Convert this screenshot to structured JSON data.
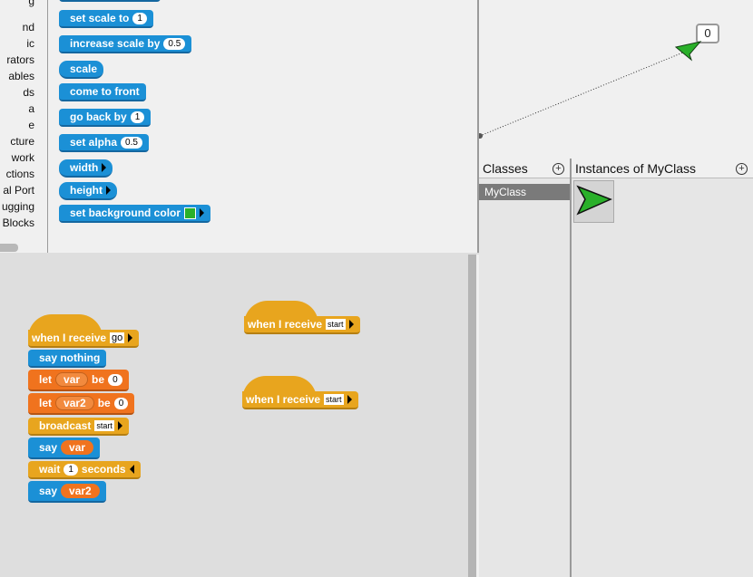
{
  "categories": [
    "nd",
    "ic",
    "rators",
    "ables",
    "ds",
    "a",
    "e",
    "cture",
    "work",
    "ctions",
    "al Port",
    "ugging",
    "Blocks"
  ],
  "palette": {
    "set_scale_to": {
      "label": "set scale to",
      "value": "1"
    },
    "increase_scale_by": {
      "label": "increase scale by",
      "value": "0.5"
    },
    "scale": {
      "label": "scale"
    },
    "come_to_front": {
      "label": "come to front"
    },
    "go_back_by": {
      "label": "go back by",
      "value": "1"
    },
    "set_alpha": {
      "label": "set alpha",
      "value": "0.5"
    },
    "width": {
      "label": "width"
    },
    "height": {
      "label": "height"
    },
    "set_background_color": {
      "label": "set background color",
      "color": "#2ab02a"
    }
  },
  "script1": {
    "hat": {
      "label": "when I receive",
      "message": "go"
    },
    "say_nothing": "say nothing",
    "let1": {
      "let": "let",
      "var": "var",
      "be": "be",
      "value": "0"
    },
    "let2": {
      "let": "let",
      "var": "var2",
      "be": "be",
      "value": "0"
    },
    "broadcast": {
      "label": "broadcast",
      "message": "start"
    },
    "say1": {
      "label": "say",
      "var": "var"
    },
    "wait": {
      "label": "wait",
      "value": "1",
      "suffix": "seconds"
    },
    "say2": {
      "label": "say",
      "var": "var2"
    }
  },
  "script2": {
    "label": "when I receive",
    "message": "start"
  },
  "script3": {
    "label": "when I receive",
    "message": "start"
  },
  "stage": {
    "sprite_counter": "0",
    "sprite_color": "#2ab02a"
  },
  "classes": {
    "title": "Classes",
    "items": [
      "MyClass"
    ]
  },
  "instances": {
    "title": "Instances of MyClass"
  },
  "colors": {
    "motion_blue": "#1b90d6",
    "variables_orange": "#f0731e",
    "control_gold": "#e8a51e"
  }
}
